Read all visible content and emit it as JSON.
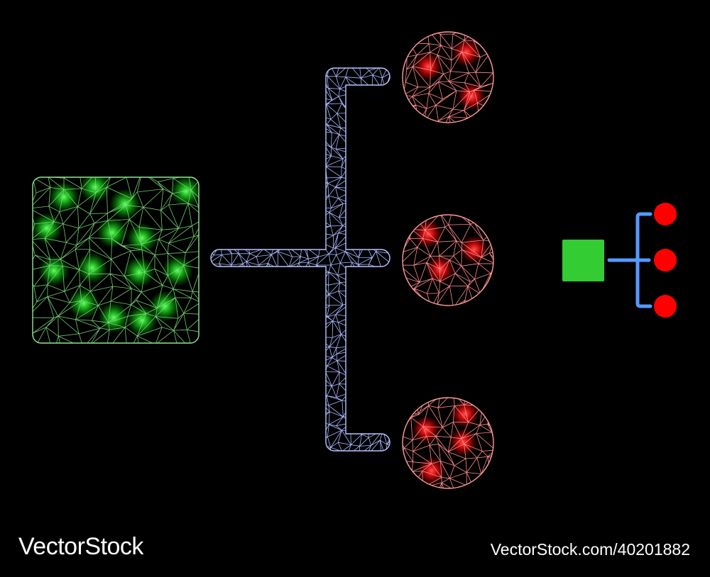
{
  "watermark": {
    "brand": "VectorStock",
    "url": "VectorStock.com/40201882"
  },
  "icon": {
    "name": "hierarchy-icon",
    "parts": {
      "source": "square-node",
      "connector": "tree-connector",
      "children": [
        "circle-node",
        "circle-node",
        "circle-node"
      ]
    }
  },
  "colors": {
    "background": "#000000",
    "mesh_square": "#7ee07e",
    "mesh_square_glow": "#33ff33",
    "mesh_connector": "#a9b8ff",
    "mesh_circle": "#ff8a8a",
    "mesh_circle_glow": "#ff1a1a",
    "flat_square": "#33cc33",
    "flat_connector": "#5599ff",
    "flat_circle": "#ff0000"
  }
}
